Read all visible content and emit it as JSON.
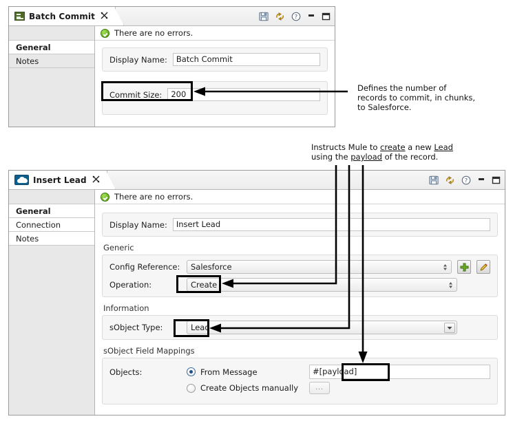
{
  "batch_dialog": {
    "tab": {
      "title": "Batch Commit",
      "icon": "batch-commit-icon",
      "close": "✕"
    },
    "tools": {
      "save": "save-icon",
      "refs": "references-icon",
      "help": "help-icon",
      "minimize": "minimize-icon",
      "maximize": "maximize-icon"
    },
    "sidebar": [
      {
        "label": "General",
        "selected": true
      },
      {
        "label": "Notes",
        "selected": false
      }
    ],
    "status": "There are no errors.",
    "fields": {
      "display_name_label": "Display Name:",
      "display_name_value": "Batch Commit",
      "commit_size_label": "Commit Size:",
      "commit_size_value": "200"
    }
  },
  "insert_dialog": {
    "tab": {
      "title": "Insert Lead",
      "icon": "salesforce-cloud-icon",
      "close": "✕"
    },
    "tools": {
      "save": "save-icon",
      "refs": "references-icon",
      "help": "help-icon",
      "minimize": "minimize-icon",
      "maximize": "maximize-icon"
    },
    "sidebar": [
      {
        "label": "General",
        "selected": true
      },
      {
        "label": "Connection",
        "selected": false
      },
      {
        "label": "Notes",
        "selected": false
      }
    ],
    "status": "There are no errors.",
    "display_name_label": "Display Name:",
    "display_name_value": "Insert Lead",
    "groups": {
      "generic": "Generic",
      "information": "Information",
      "mappings": "sObject Field Mappings"
    },
    "generic": {
      "config_reference_label": "Config Reference:",
      "config_reference_value": "Salesforce",
      "operation_label": "Operation:",
      "operation_value": "Create",
      "add_button": "add-icon",
      "edit_button": "edit-icon"
    },
    "information": {
      "sobject_type_label": "sObject Type:",
      "sobject_type_value": "Lead"
    },
    "mappings": {
      "objects_label": "Objects:",
      "from_message_label": "From Message",
      "from_message_selected": true,
      "create_manually_label": "Create Objects manually",
      "create_manually_selected": false,
      "payload_value": "#[payload]",
      "ellipsis_button": "..."
    }
  },
  "annotations": {
    "commit_note_l1": "Defines the number of",
    "commit_note_l2": "records to commit, in chunks,",
    "commit_note_l3": "to Salesforce.",
    "insert_note_a1": "Instructs Mule to ",
    "insert_note_a2": "create",
    "insert_note_a3": " a new ",
    "insert_note_a4": "Lead",
    "insert_note_b1": "using the ",
    "insert_note_b2": "payload",
    "insert_note_b3": " of the record."
  },
  "colors": {
    "accent_green": "#6fb62a",
    "salesforce_blue": "#0c5f8c",
    "callout_black": "#000000"
  }
}
